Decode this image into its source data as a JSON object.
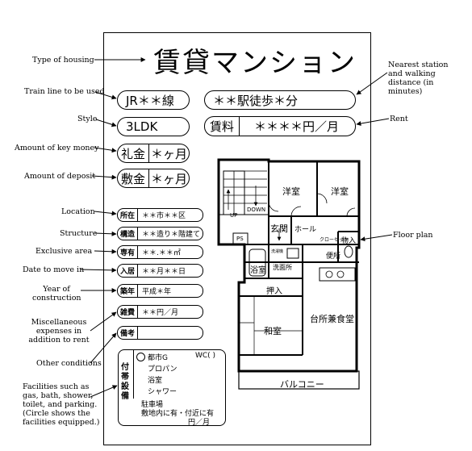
{
  "title": "賃貸マンション",
  "labels": {
    "type_of_housing": "Type of housing",
    "train_line": "Train line to be used",
    "style": "Style",
    "key_money": "Amount of key money",
    "deposit": "Amount of deposit",
    "location": "Location",
    "structure": "Structure",
    "exclusive_area": "Exclusive area",
    "move_in": "Date to move in",
    "year_1": "Year of",
    "year_2": "construction",
    "misc_1": "Miscellaneous",
    "misc_2": "expenses in",
    "misc_3": "addition to rent",
    "other": "Other conditions",
    "fac_1": "Facilities such as",
    "fac_2": "gas, bath, shower,",
    "fac_3": "toilet, and parking.",
    "fac_4": "(Circle shows the",
    "fac_5": "facilities equipped.)",
    "nearest_1": "Nearest station",
    "nearest_2": "and walking",
    "nearest_3": "distance (in",
    "nearest_4": "minutes)",
    "rent": "Rent",
    "floor_plan": "Floor plan"
  },
  "fields": {
    "train": "JR＊＊線",
    "station": "＊＊駅徒歩＊分",
    "style": "3LDK",
    "rent_tag": "賃料",
    "rent_value": "＊＊＊＊円／月",
    "key_tag": "礼金",
    "key_value": "＊ヶ月",
    "deposit_tag": "敷金",
    "deposit_value": "＊ヶ月",
    "location_tag": "所在",
    "location_value": "＊＊市＊＊区",
    "structure_tag": "構造",
    "structure_value": "＊＊造り＊階建て",
    "area_tag": "専有",
    "area_value": "＊＊.＊＊㎡",
    "move_tag": "入居",
    "move_value": "＊＊月＊＊日",
    "year_tag": "築年",
    "year_value": "平成＊年",
    "misc_tag": "雑費",
    "misc_value": "＊＊円／月",
    "other_tag": "備考",
    "other_value": ""
  },
  "facilities": {
    "side_label": "付帯設備",
    "gas_city": "都市G",
    "wc": "WC(  )",
    "propane": "プロパン",
    "bath": "浴室",
    "shower": "シャワー",
    "parking": "駐車場",
    "parking_detail": "敷地内に有・付近に有",
    "parking_price": "円／月"
  },
  "floor_plan": {
    "western_1": "洋室",
    "western_2": "洋室",
    "entrance": "玄関",
    "hall": "ホール",
    "up": "UP",
    "down": "DOWN",
    "ps": "PS",
    "closet": "クローゼット",
    "storage_1": "物入",
    "toilet": "便所",
    "bath": "浴室",
    "washroom": "洗面所",
    "washer": "洗濯機",
    "storage_2": "押入",
    "japanese": "和室",
    "kitchen": "台所兼食堂",
    "balcony": "バルコニー"
  }
}
